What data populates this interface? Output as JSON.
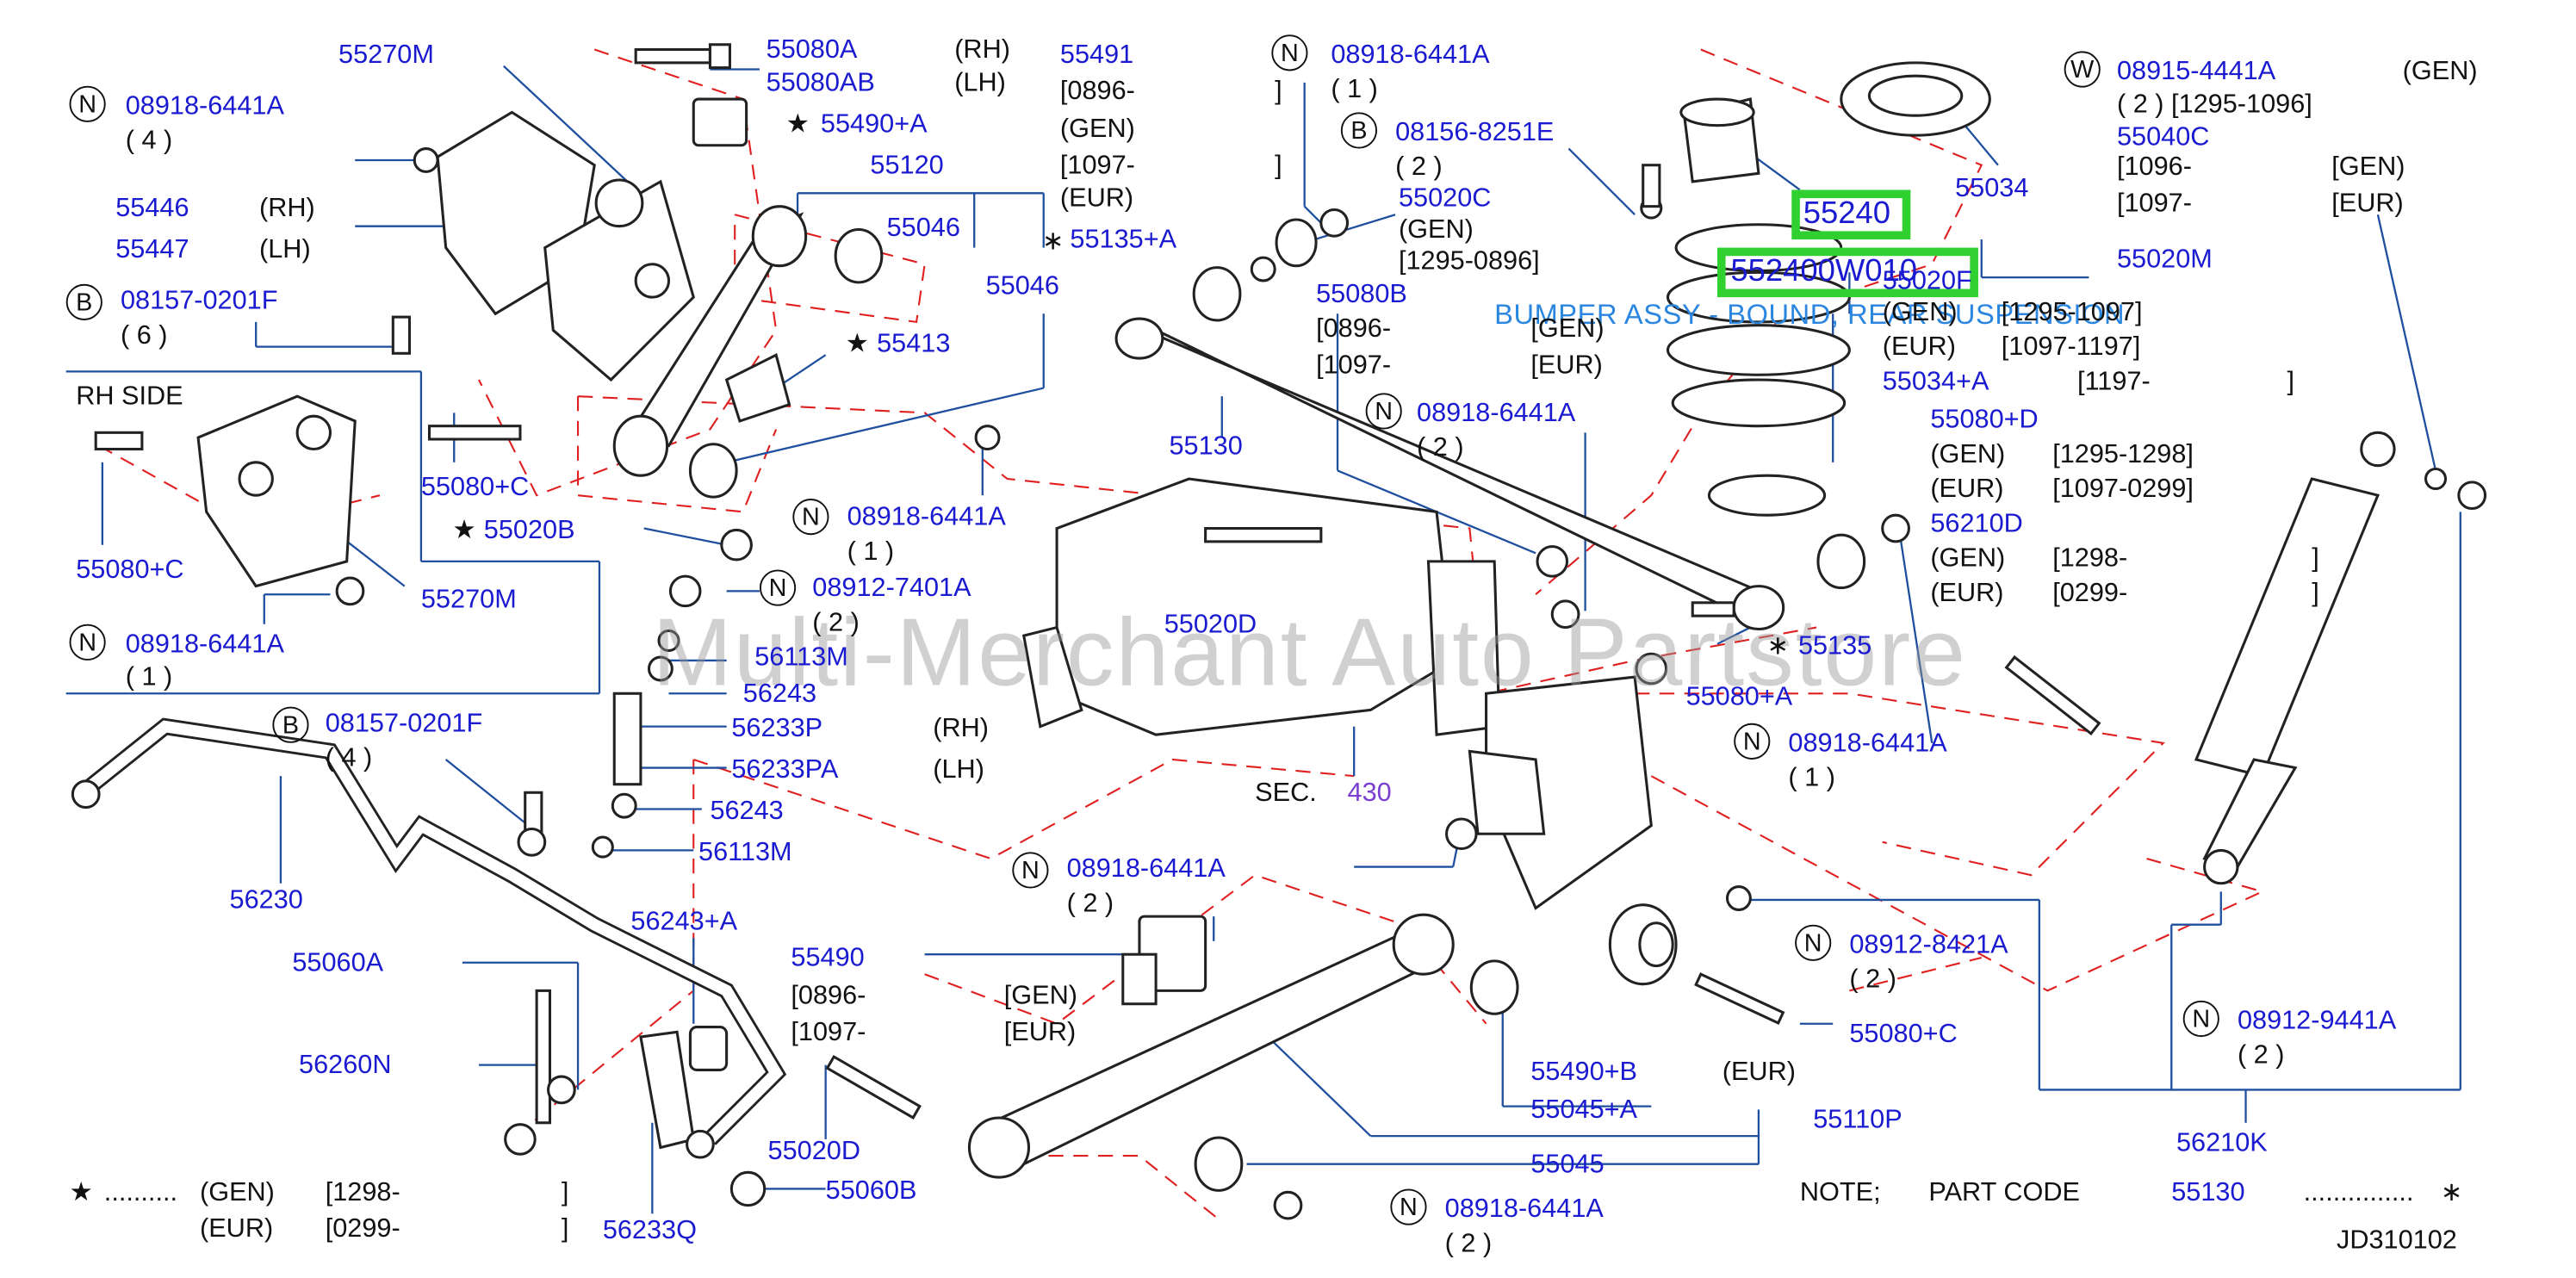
{
  "callouts": {
    "c0": "55270M",
    "c1": "55080A",
    "c2": "(RH)",
    "c3": "55080AB",
    "c4": "(LH)",
    "c5": "55491",
    "c6": "[0896-",
    "c7": "(GEN)",
    "c8": "[1097-",
    "c9": "(EUR)",
    "c10": "55490+A",
    "c11": "55120",
    "c12": "08918-6441A",
    "c13": "( 4 )",
    "c14": "55446",
    "c15": "(RH)",
    "c16": "55447",
    "c17": "(LH)",
    "c18": "55046",
    "c19": "55135+A",
    "c20": "55046",
    "c21": "08157-0201F",
    "c22": "( 6 )",
    "c23": "55413",
    "c24": "RH    SIDE",
    "c25": "55080+C",
    "c26": "55020B",
    "c27": "55080+C",
    "c28": "55270M",
    "c29": "08918-6441A",
    "c30": "( 1 )",
    "c31": "08918-6441A",
    "c32": "( 1 )",
    "c33": "08912-7401A",
    "c34": "( 2 )",
    "c35": "56113M",
    "c36": "56243",
    "c37": "56233P",
    "c38": "(RH)",
    "c39": "56233PA",
    "c40": "(LH)",
    "c41": "08157-0201F",
    "c42": "( 4 )",
    "c43": "56243",
    "c44": "56113M",
    "c45": "56230",
    "c46": "56243+A",
    "c47": "55060A",
    "c48": "56260N",
    "c49": "55490",
    "c50": "[0896-",
    "c51": "[1097-",
    "c52": "[GEN)",
    "c53": "[EUR)",
    "c54": "55020D",
    "c55": "55060B",
    "c56": "56233Q",
    "c57": "08918-6441A",
    "c58": "( 1 )",
    "c59": "]",
    "c60": "]",
    "c61": "08156-8251E",
    "c62": "( 2 )",
    "c63": "55020C",
    "c64": "(GEN)",
    "c65": "[1295-0896]",
    "c66": "55080B",
    "c67": "[0896-",
    "c68": "[1097-",
    "c69": "[GEN)",
    "c70": "[EUR)",
    "c71": "55130",
    "c72": "08918-6441A",
    "c73": "( 2 )",
    "c74": "55020D",
    "c75": "SEC.",
    "c76": "430",
    "c77": "08918-6441A",
    "c78": "( 2 )",
    "c79": "55490+B",
    "c80": "55045+A",
    "c81": "(EUR)",
    "c82": "55045",
    "c83": "55110P",
    "c84": "08918-6441A",
    "c85": "( 2 )",
    "c86": "55034",
    "c87": "08915-4441A",
    "c88": "(GEN)",
    "c89": "( 2 ) [1295-1096]",
    "c90": "55040C",
    "c91": "[1096-",
    "c92": "[GEN)",
    "c93": "[1097-",
    "c94": "[EUR)",
    "c95": "55020M",
    "c96": "55020F",
    "c97": "(GEN)",
    "c98": "[1295-1097]",
    "c99": "(EUR)",
    "c100": "[1097-1197]",
    "c101": "55034+A",
    "c102": "[1197-",
    "c103": "]",
    "c104": "55080+D",
    "c105": "(GEN)",
    "c106": "[1295-1298]",
    "c107": "(EUR)",
    "c108": "[1097-0299]",
    "c109": "56210D",
    "c110": "(GEN)",
    "c111": "[1298-",
    "c112": "]",
    "c113": "(EUR)",
    "c114": "[0299-",
    "c115": "]",
    "c116": "55135",
    "c117": "55080+A",
    "c118": "08918-6441A",
    "c119": "( 1 )",
    "c120": "08912-8421A",
    "c121": "( 2 )",
    "c122": "55080+C",
    "c123": "08912-9441A",
    "c124": "( 2 )",
    "c125": "56210K",
    "c126": "JD310102",
    "c127": "(GEN)",
    "c128": "[1298-",
    "c129": "]",
    "c130": "(EUR)",
    "c131": "[0299-",
    "c132": "]",
    "c133": "NOTE;",
    "c134": "PART  CODE",
    "c135": "55130",
    "c136": "...............",
    "c137": "..........",
    "c138": "55240"
  },
  "symbols": {
    "nut": "N",
    "bolt": "B",
    "washer": "W",
    "star": "★",
    "asterisk": "∗"
  },
  "highlights": {
    "h1_label": "55240",
    "h2_label": "552400W010"
  },
  "selected_part_description": "BUMPER ASSY - BOUND, REAR SUSPENSION",
  "watermark": "Multi-Merchant Auto Partstore"
}
